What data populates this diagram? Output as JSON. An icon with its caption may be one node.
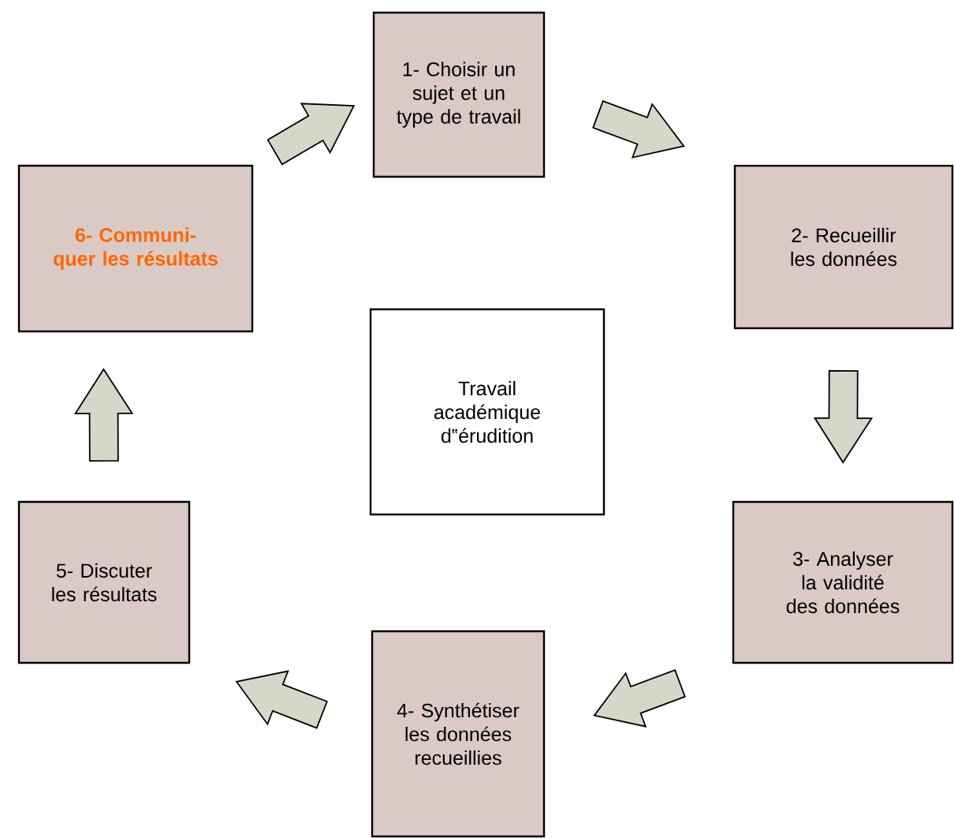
{
  "diagram": {
    "nodes": [
      {
        "text": [
          "1- Choisir un sujet et un type de travail"
        ]
      },
      {
        "text": [
          "2- Recueillir les données"
        ]
      },
      {
        "text": [
          "3- Analyser la validité des données"
        ]
      },
      {
        "text": [
          "4- Synthétiser les données recueillies"
        ]
      },
      {
        "text": [
          "5- Discuter les résultats"
        ]
      },
      {
        "text": [
          "6- Communi- quer les résultats"
        ]
      },
      {
        "text": [
          "Travail académique d‟érudition"
        ]
      }
    ],
    "edges": [
      {
        "from": 5,
        "to": 0,
        "arrow": "to"
      },
      {
        "from": 0,
        "to": 1,
        "arrow": "to"
      },
      {
        "from": 1,
        "to": 2,
        "arrow": "to"
      },
      {
        "from": 2,
        "to": 3,
        "arrow": "to"
      },
      {
        "from": 3,
        "to": 4,
        "arrow": "to"
      },
      {
        "from": 4,
        "to": 5,
        "arrow": "to"
      }
    ]
  }
}
